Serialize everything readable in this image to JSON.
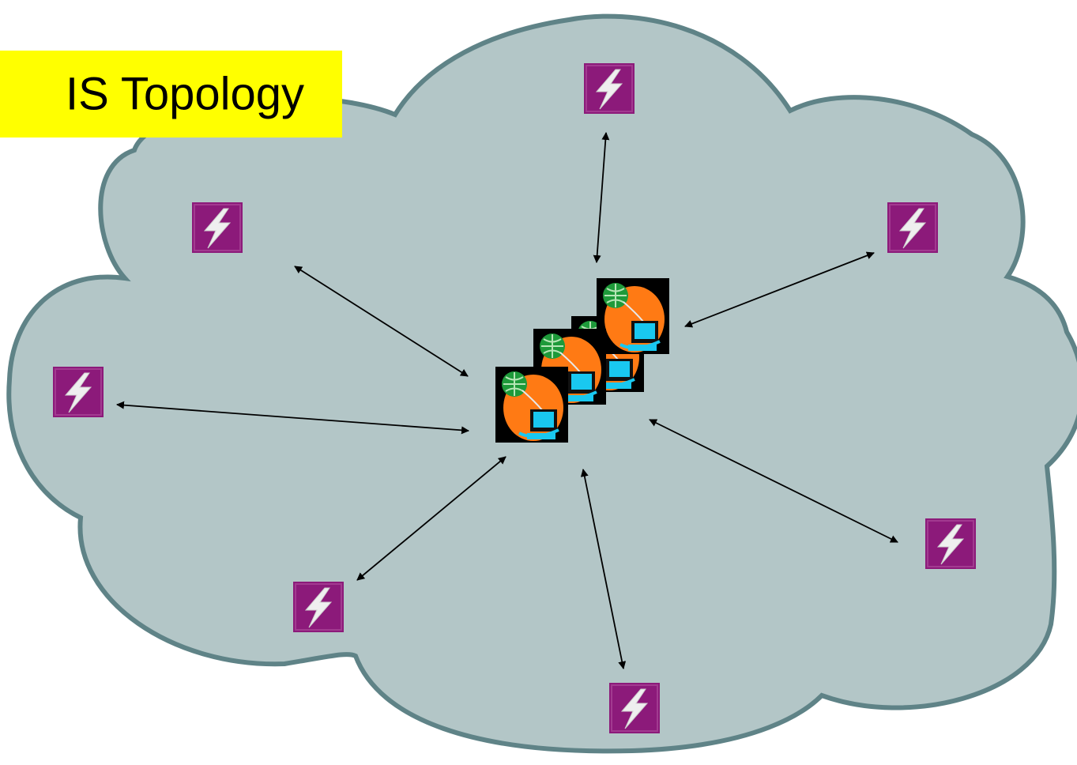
{
  "title": "IS Topology",
  "colors": {
    "cloud_fill": "#b3c6c7",
    "cloud_stroke": "#5f8387",
    "node_fill": "#8c1a7a",
    "node_bolt": "#f2f2f2",
    "arrow": "#000000",
    "title_bg": "#ffff00",
    "server_orange": "#ff7a14",
    "server_globe": "#1e9a3a",
    "server_monitor": "#19c8f0"
  },
  "icons": {
    "node": "lightning-bolt-node-icon",
    "server": "globe-computer-server-icon"
  },
  "nodes": [
    "node-top",
    "node-upper-left",
    "node-upper-right",
    "node-left",
    "node-lower-left",
    "node-bottom",
    "node-lower-right"
  ],
  "servers": [
    "server-1",
    "server-2",
    "server-3",
    "server-4"
  ]
}
